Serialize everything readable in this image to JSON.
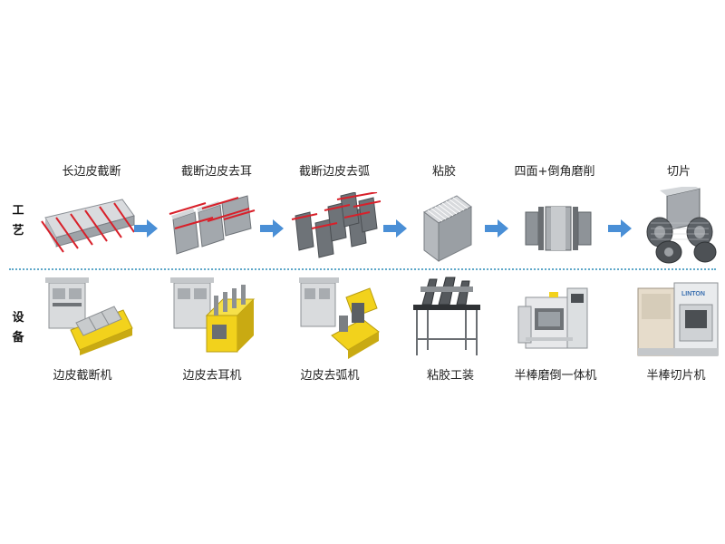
{
  "rows": {
    "process": "工艺",
    "equipment": "设备"
  },
  "process_steps": [
    {
      "label": "长边皮截断"
    },
    {
      "label": "截断边皮去耳"
    },
    {
      "label": "截断边皮去弧"
    },
    {
      "label": "粘胶"
    },
    {
      "label": "四面+倒角磨削"
    },
    {
      "label": "切片"
    }
  ],
  "equipment": [
    {
      "label": "边皮截断机"
    },
    {
      "label": "边皮去耳机"
    },
    {
      "label": "边皮去弧机"
    },
    {
      "label": "粘胶工装"
    },
    {
      "label": "半棒磨倒一体机"
    },
    {
      "label": "半棒切片机"
    }
  ],
  "colors": {
    "arrow": "#4a8fd6",
    "cut_line": "#d8202a",
    "machine_yellow": "#f2d21c",
    "divider": "#5fa8c9",
    "silicon_gray": "#8e9398"
  },
  "equipment_logo_text": "LINTON"
}
